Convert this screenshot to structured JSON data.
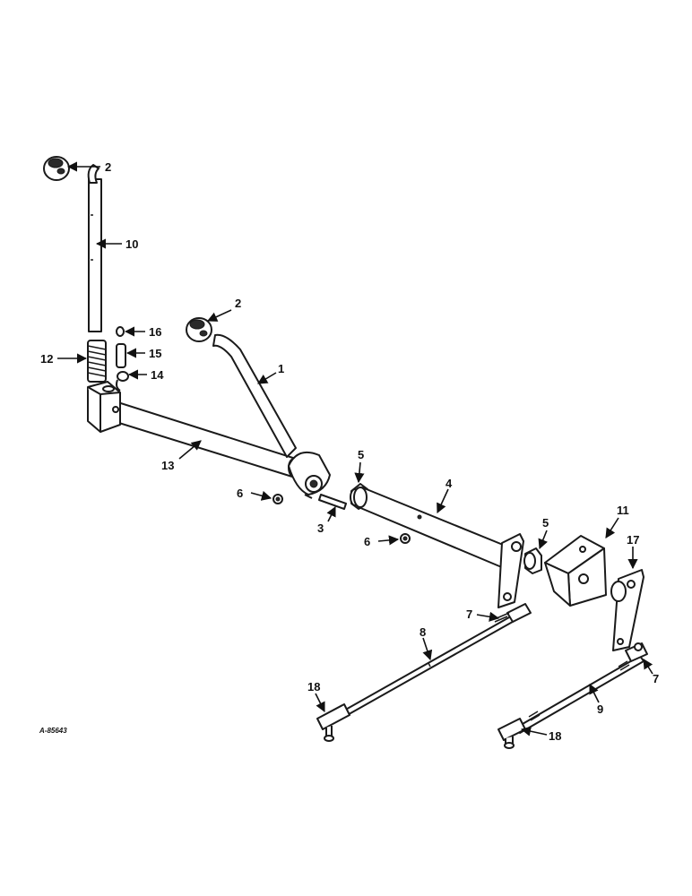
{
  "figure_ref": "A-85643",
  "callouts": {
    "c1": "1",
    "c2a": "2",
    "c2b": "2",
    "c3": "3",
    "c4": "4",
    "c5a": "5",
    "c5b": "5",
    "c6a": "6",
    "c6b": "6",
    "c7a": "7",
    "c7b": "7",
    "c8": "8",
    "c9": "9",
    "c10": "10",
    "c11": "11",
    "c12": "12",
    "c13": "13",
    "c14": "14",
    "c15": "15",
    "c16": "16",
    "c17": "17",
    "c18a": "18",
    "c18b": "18"
  }
}
